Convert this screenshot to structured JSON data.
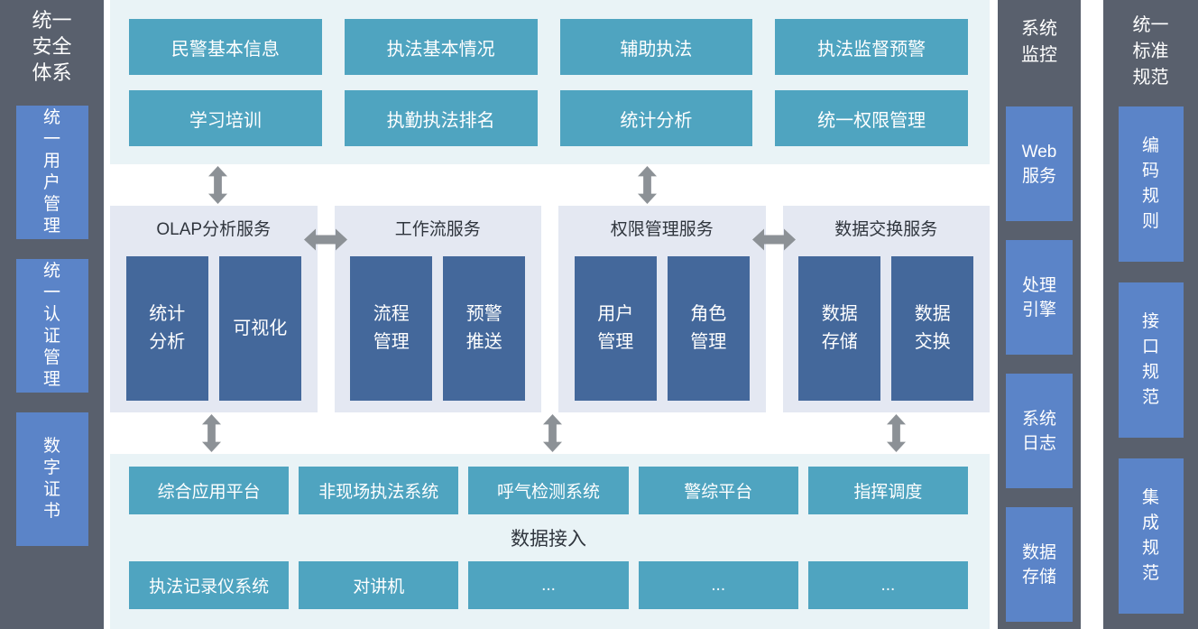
{
  "diagram": {
    "left_sidebar": {
      "title": "统一\n安全\n体系",
      "items": [
        "统\n一\n用\n户\n管\n理",
        "统\n一\n认\n证\n管\n理",
        "数\n字\n证\n书"
      ]
    },
    "top_panel": {
      "row1": [
        "民警基本信息",
        "执法基本情况",
        "辅助执法",
        "执法监督预警"
      ],
      "row2": [
        "学习培训",
        "执勤执法排名",
        "统计分析",
        "统一权限管理"
      ]
    },
    "service_groups": [
      {
        "title": "OLAP分析服务",
        "modules": [
          "统计\n分析",
          "可视化"
        ]
      },
      {
        "title": "工作流服务",
        "modules": [
          "流程\n管理",
          "预警\n推送"
        ]
      },
      {
        "title": "权限管理服务",
        "modules": [
          "用户\n管理",
          "角色\n管理"
        ]
      },
      {
        "title": "数据交换服务",
        "modules": [
          "数据\n存储",
          "数据\n交换"
        ]
      }
    ],
    "bottom_panel": {
      "systems": [
        "综合应用平台",
        "非现场执法系统",
        "呼气检测系统",
        "警综平台",
        "指挥调度"
      ],
      "access_label": "数据接入",
      "devices": [
        "执法记录仪系统",
        "对讲机",
        "...",
        "...",
        "..."
      ]
    },
    "monitor_sidebar": {
      "title": "系统\n监控",
      "items": [
        "Web\n服务",
        "处理\n引擎",
        "系统\n日志",
        "数据\n存储"
      ]
    },
    "standards_sidebar": {
      "title": "统一\n标准\n规范",
      "items": [
        "编\n码\n规\n则",
        "接\n口\n规\n范",
        "集\n成\n规\n范"
      ]
    }
  },
  "icons": {
    "vertical_arrow": "up-down-arrow-icon",
    "horizontal_arrow": "left-right-arrow-icon"
  },
  "colors": {
    "box_teal": "#4FA4C0",
    "panel_light": "#E9F3F6",
    "panel_gray_blue": "#E4E8F2",
    "module_navy": "#44689B",
    "sidebar_dark": "#59606D",
    "sidebar_item_blue": "#5B84C8",
    "arrow_gray": "#8C9196",
    "heading_text": "#2F353D"
  }
}
